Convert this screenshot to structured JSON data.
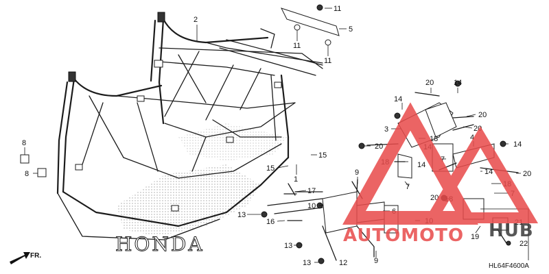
{
  "diagram": {
    "callouts": [
      "1",
      "2",
      "3",
      "4",
      "5",
      "6",
      "7",
      "8",
      "9",
      "10",
      "11",
      "12",
      "13",
      "14",
      "15",
      "16",
      "17",
      "18",
      "19",
      "20",
      "21",
      "22"
    ],
    "brand_logo": "HONDA",
    "front_label": "FR.",
    "drawing_code": "HL64F4600A"
  },
  "watermark": {
    "text_left": "AUTOMOTO",
    "text_right": "HUB",
    "color_primary": "#e84a4a",
    "color_secondary": "#3a3a3a"
  }
}
